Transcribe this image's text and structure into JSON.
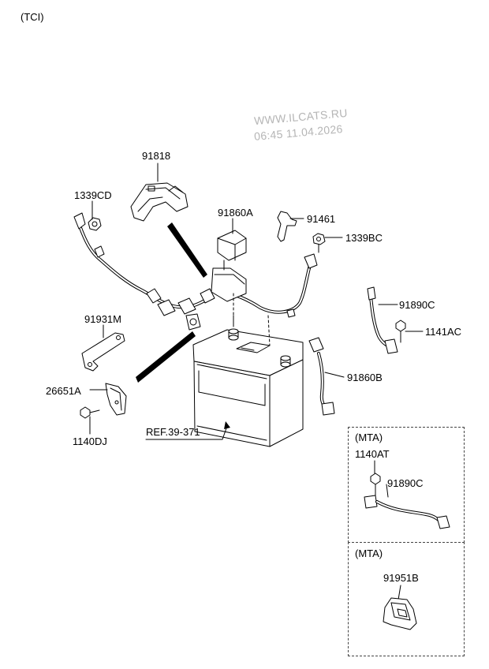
{
  "header": {
    "variant": "(TCI)"
  },
  "watermark": {
    "site": "WWW.ILCATS.RU",
    "datetime": "06:45  11.04.2026"
  },
  "parts": {
    "p91818": "91818",
    "p1339CD": "1339CD",
    "p91860A": "91860A",
    "p91461": "91461",
    "p1339BC": "1339BC",
    "p91890C": "91890C",
    "p1141AC": "1141AC",
    "p91931M": "91931M",
    "p91860B": "91860B",
    "p26651A": "26651A",
    "p1140DJ": "1140DJ",
    "ref": "REF.39-371"
  },
  "mta_box_1": {
    "header": "(MTA)",
    "part_a": "1140AT",
    "part_b": "91890C"
  },
  "mta_box_2": {
    "header": "(MTA)",
    "part_a": "91951B"
  }
}
